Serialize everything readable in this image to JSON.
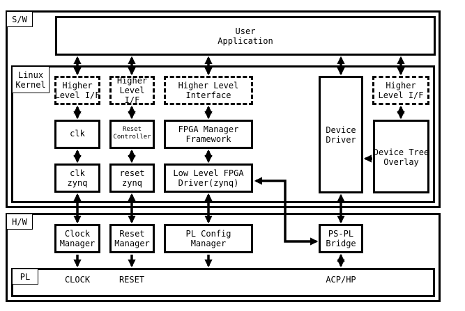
{
  "sw": {
    "label": "S/W",
    "user_app": "User\nApplication",
    "kernel": {
      "label": "Linux\nKernel",
      "higher_if_1": "Higher\nLevel I/F",
      "higher_if_2": "Higher\nLevel I/F",
      "higher_if_3": "Higher Level\nInterface",
      "higher_if_4": "Higher\nLevel I/F",
      "clk": "clk",
      "reset_controller": "Reset\nController",
      "fpga_manager": "FPGA Manager\nFramework",
      "clk_zynq": "clk\nzynq",
      "reset_zynq": "reset\nzynq",
      "low_level_fpga": "Low Level FPGA\nDriver(zynq)",
      "device_driver": "Device\nDriver",
      "device_tree_overlay": "Device Tree\nOverlay"
    }
  },
  "hw": {
    "label": "H/W",
    "clock_manager": "Clock\nManager",
    "reset_manager": "Reset\nManager",
    "pl_config_manager": "PL Config\nManager",
    "ps_pl_bridge": "PS-PL\nBridge",
    "pl": {
      "label": "PL",
      "clock": "CLOCK",
      "reset": "RESET",
      "acp_hp": "ACP/HP"
    }
  }
}
